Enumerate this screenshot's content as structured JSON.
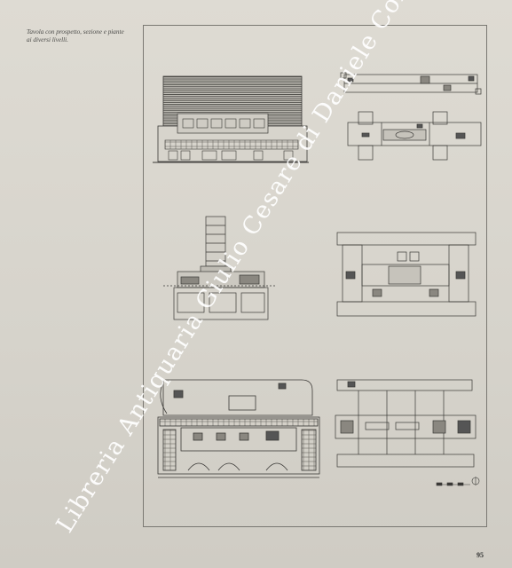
{
  "caption": {
    "line1": "Tavola con prospetto, sezione e piante",
    "line2": "ai diversi livelli."
  },
  "page_number": "95",
  "watermark": {
    "text": "Libreria Antiquaria Giulio Cesare di Daniele Corradi",
    "color": "#ffffff"
  }
}
